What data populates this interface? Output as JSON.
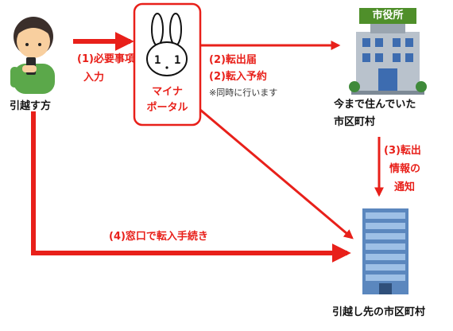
{
  "actors": {
    "mover": "引越す方",
    "portal_line1": "マイナ",
    "portal_line2": "ポータル",
    "current_city_line1": "今まで住んでいた",
    "current_city_line2": "市区町村",
    "office_sign": "市役所",
    "new_city": "引越し先の市区町村"
  },
  "steps": {
    "step1_line1": "(1)必要事項",
    "step1_line2": "入力",
    "step2a": "(2)転出届",
    "step2b": "(2)転入予約",
    "step2_note": "※同時に行います",
    "step3_line1": "(3)転出",
    "step3_line2": "情報の",
    "step3_line3": "通知",
    "step4": "(4)窓口で転入手続き"
  },
  "colors": {
    "arrow": "#e8201a",
    "portal_border": "#e8201a"
  }
}
